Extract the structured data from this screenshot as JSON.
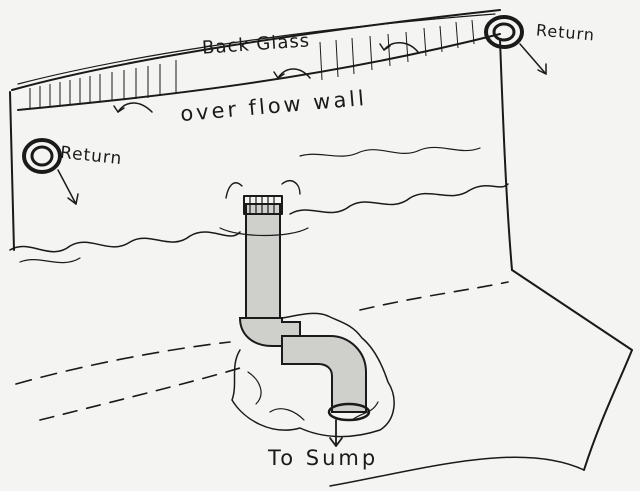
{
  "labels": {
    "back_glass": "Back Glass",
    "overflow_wall": "over flow wall",
    "return_left": "Return",
    "return_right": "Return",
    "to_sump": "To Sump"
  },
  "colors": {
    "ink": "#1a1a1a",
    "paper": "#f4f4f2"
  }
}
